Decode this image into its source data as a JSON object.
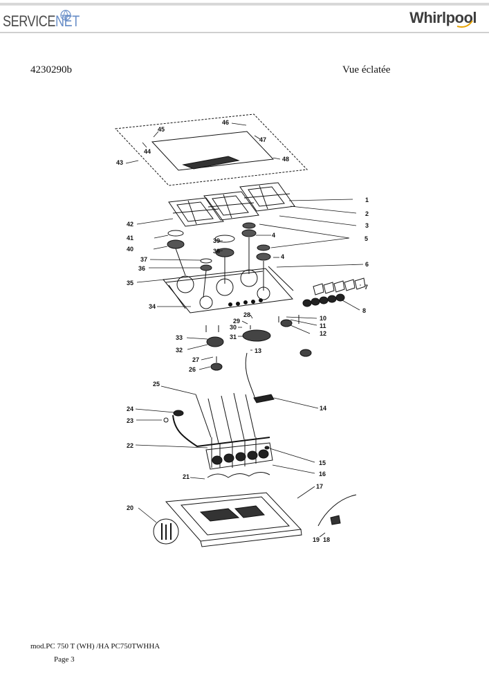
{
  "header": {
    "service_prefix": "SERVICE",
    "service_suffix": "NET",
    "brand": "Whirlpool"
  },
  "document": {
    "number": "4230290b",
    "view_title": "Vue éclatée"
  },
  "callouts": [
    "1",
    "2",
    "3",
    "4",
    "4",
    "5",
    "6",
    "7",
    "8",
    "10",
    "11",
    "12",
    "13",
    "14",
    "15",
    "16",
    "17",
    "18",
    "19",
    "20",
    "21",
    "22",
    "23",
    "24",
    "25",
    "26",
    "27",
    "28",
    "29",
    "30",
    "31",
    "32",
    "33",
    "34",
    "35",
    "36",
    "37",
    "38",
    "39",
    "40",
    "41",
    "42",
    "43",
    "44",
    "45",
    "46",
    "47",
    "48"
  ],
  "footer": {
    "model": "mod.PC 750 T (WH) /HA PC750TWHHA",
    "page": "Page 3"
  }
}
